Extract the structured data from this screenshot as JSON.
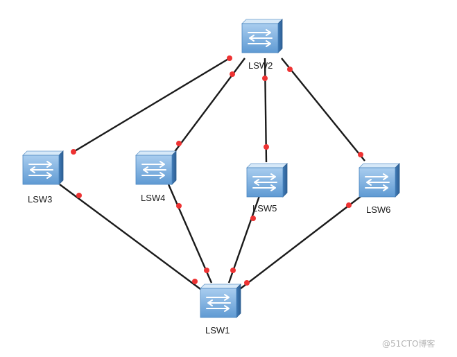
{
  "topology": {
    "switches": [
      {
        "id": "LSW1",
        "label": "LSW1"
      },
      {
        "id": "LSW2",
        "label": "LSW2"
      },
      {
        "id": "LSW3",
        "label": "LSW3"
      },
      {
        "id": "LSW4",
        "label": "LSW4"
      },
      {
        "id": "LSW5",
        "label": "LSW5"
      },
      {
        "id": "LSW6",
        "label": "LSW6"
      }
    ],
    "links": [
      {
        "from": "LSW2",
        "to": "LSW3"
      },
      {
        "from": "LSW2",
        "to": "LSW4"
      },
      {
        "from": "LSW2",
        "to": "LSW5"
      },
      {
        "from": "LSW2",
        "to": "LSW6"
      },
      {
        "from": "LSW3",
        "to": "LSW1"
      },
      {
        "from": "LSW4",
        "to": "LSW1"
      },
      {
        "from": "LSW5",
        "to": "LSW1"
      },
      {
        "from": "LSW6",
        "to": "LSW1"
      }
    ]
  },
  "colors": {
    "link": "#1a1a1a",
    "port": "#ee3333",
    "switch_front": "#7bb2e0",
    "switch_top": "#cfe4f6",
    "switch_side": "#4a86c0"
  },
  "watermark": "@51CTO博客"
}
